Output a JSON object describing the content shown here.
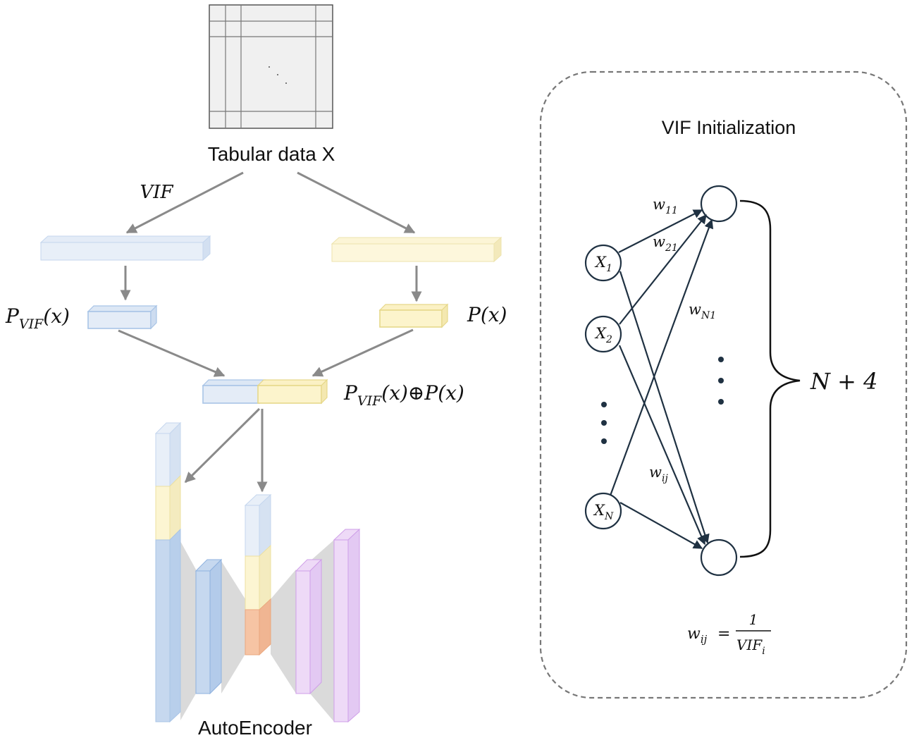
{
  "left_panel": {
    "table_label": "Tabular data X",
    "vif_edge_label": "VIF",
    "p_vif_label": {
      "base": "P",
      "sub": "VIF",
      "arg": "(x)"
    },
    "p_label": "P(x)",
    "concat_label": {
      "base": "P",
      "sub": "VIF",
      "rest": "(x)⊕P(x)"
    },
    "autoencoder_label": "AutoEncoder"
  },
  "right_panel": {
    "title": "VIF Initialization",
    "inputs": [
      {
        "base": "X",
        "sub": "1"
      },
      {
        "base": "X",
        "sub": "2"
      },
      {
        "base": "X",
        "sub": "N"
      }
    ],
    "weights": [
      {
        "base": "w",
        "sub": "11"
      },
      {
        "base": "w",
        "sub": "21"
      },
      {
        "base": "w",
        "sub": "N1"
      },
      {
        "base": "w",
        "sub": "ij"
      }
    ],
    "brace_label": "N + 4",
    "formula": {
      "lhs_base": "w",
      "lhs_sub": "ij",
      "eq": "=",
      "numerator": "1",
      "den_base": "VIF",
      "den_sub": "i"
    }
  },
  "colors": {
    "blue_fill": "#c9d9ef",
    "blue_stroke": "#a8c4e6",
    "yellow_fill": "#fbf3c8",
    "yellow_stroke": "#ece0a0",
    "purple_fill": "#e3c9f3",
    "purple_stroke": "#cf9fe8",
    "orange_fill": "#f6c4a4",
    "arrow_gray": "#8a8a8a",
    "node_stroke": "#1f3142"
  }
}
